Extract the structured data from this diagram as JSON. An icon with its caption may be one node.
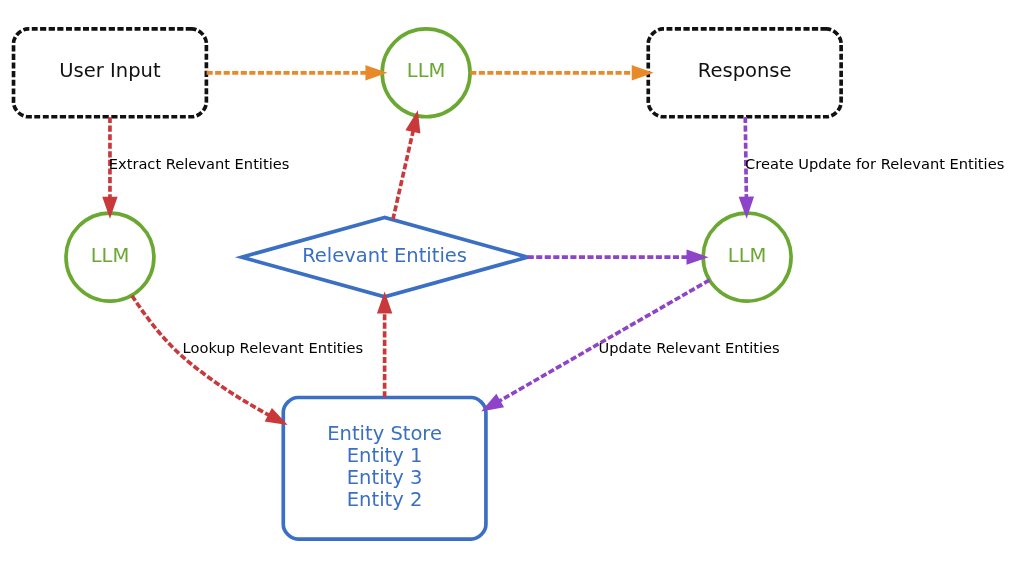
{
  "diagram": {
    "nodes": [
      {
        "text": [
          "User Input"
        ]
      },
      {
        "text": [
          "LLM"
        ]
      },
      {
        "text": [
          "Response"
        ]
      },
      {
        "text": [
          "Relevant Entities"
        ]
      },
      {
        "text": [
          "LLM"
        ]
      },
      {
        "text": [
          "LLM"
        ]
      },
      {
        "text": [
          "Entity Store",
          "Entity 1",
          "Entity 3",
          "Entity 2"
        ]
      }
    ],
    "edges": [
      {
        "from": 0,
        "to": 1,
        "arrow": "to",
        "style": "dashed",
        "color": "#e8892a"
      },
      {
        "from": 1,
        "to": 2,
        "arrow": "to",
        "style": "dashed",
        "color": "#e8892a"
      },
      {
        "from": 0,
        "to": 4,
        "arrow": "to",
        "label": "Extract Relevant Entities",
        "style": "dashed",
        "color": "#c9383a"
      },
      {
        "from": 4,
        "to": 6,
        "arrow": "to",
        "label": "Lookup Relevant Entities",
        "style": "dashed",
        "color": "#c9383a"
      },
      {
        "from": 6,
        "to": 3,
        "arrow": "to",
        "style": "dashed",
        "color": "#c9383a"
      },
      {
        "from": 3,
        "to": 1,
        "arrow": "to",
        "style": "dashed",
        "color": "#c9383a"
      },
      {
        "from": 2,
        "to": 5,
        "arrow": "to",
        "label": "Create Update for Relevant Entities",
        "style": "dashed",
        "color": "#8e44c9"
      },
      {
        "from": 3,
        "to": 5,
        "arrow": "to",
        "style": "dashed",
        "color": "#8e44c9"
      },
      {
        "from": 5,
        "to": 6,
        "arrow": "to",
        "label": "Update Relevant Entities",
        "style": "dashed",
        "color": "#8e44c9"
      }
    ]
  }
}
